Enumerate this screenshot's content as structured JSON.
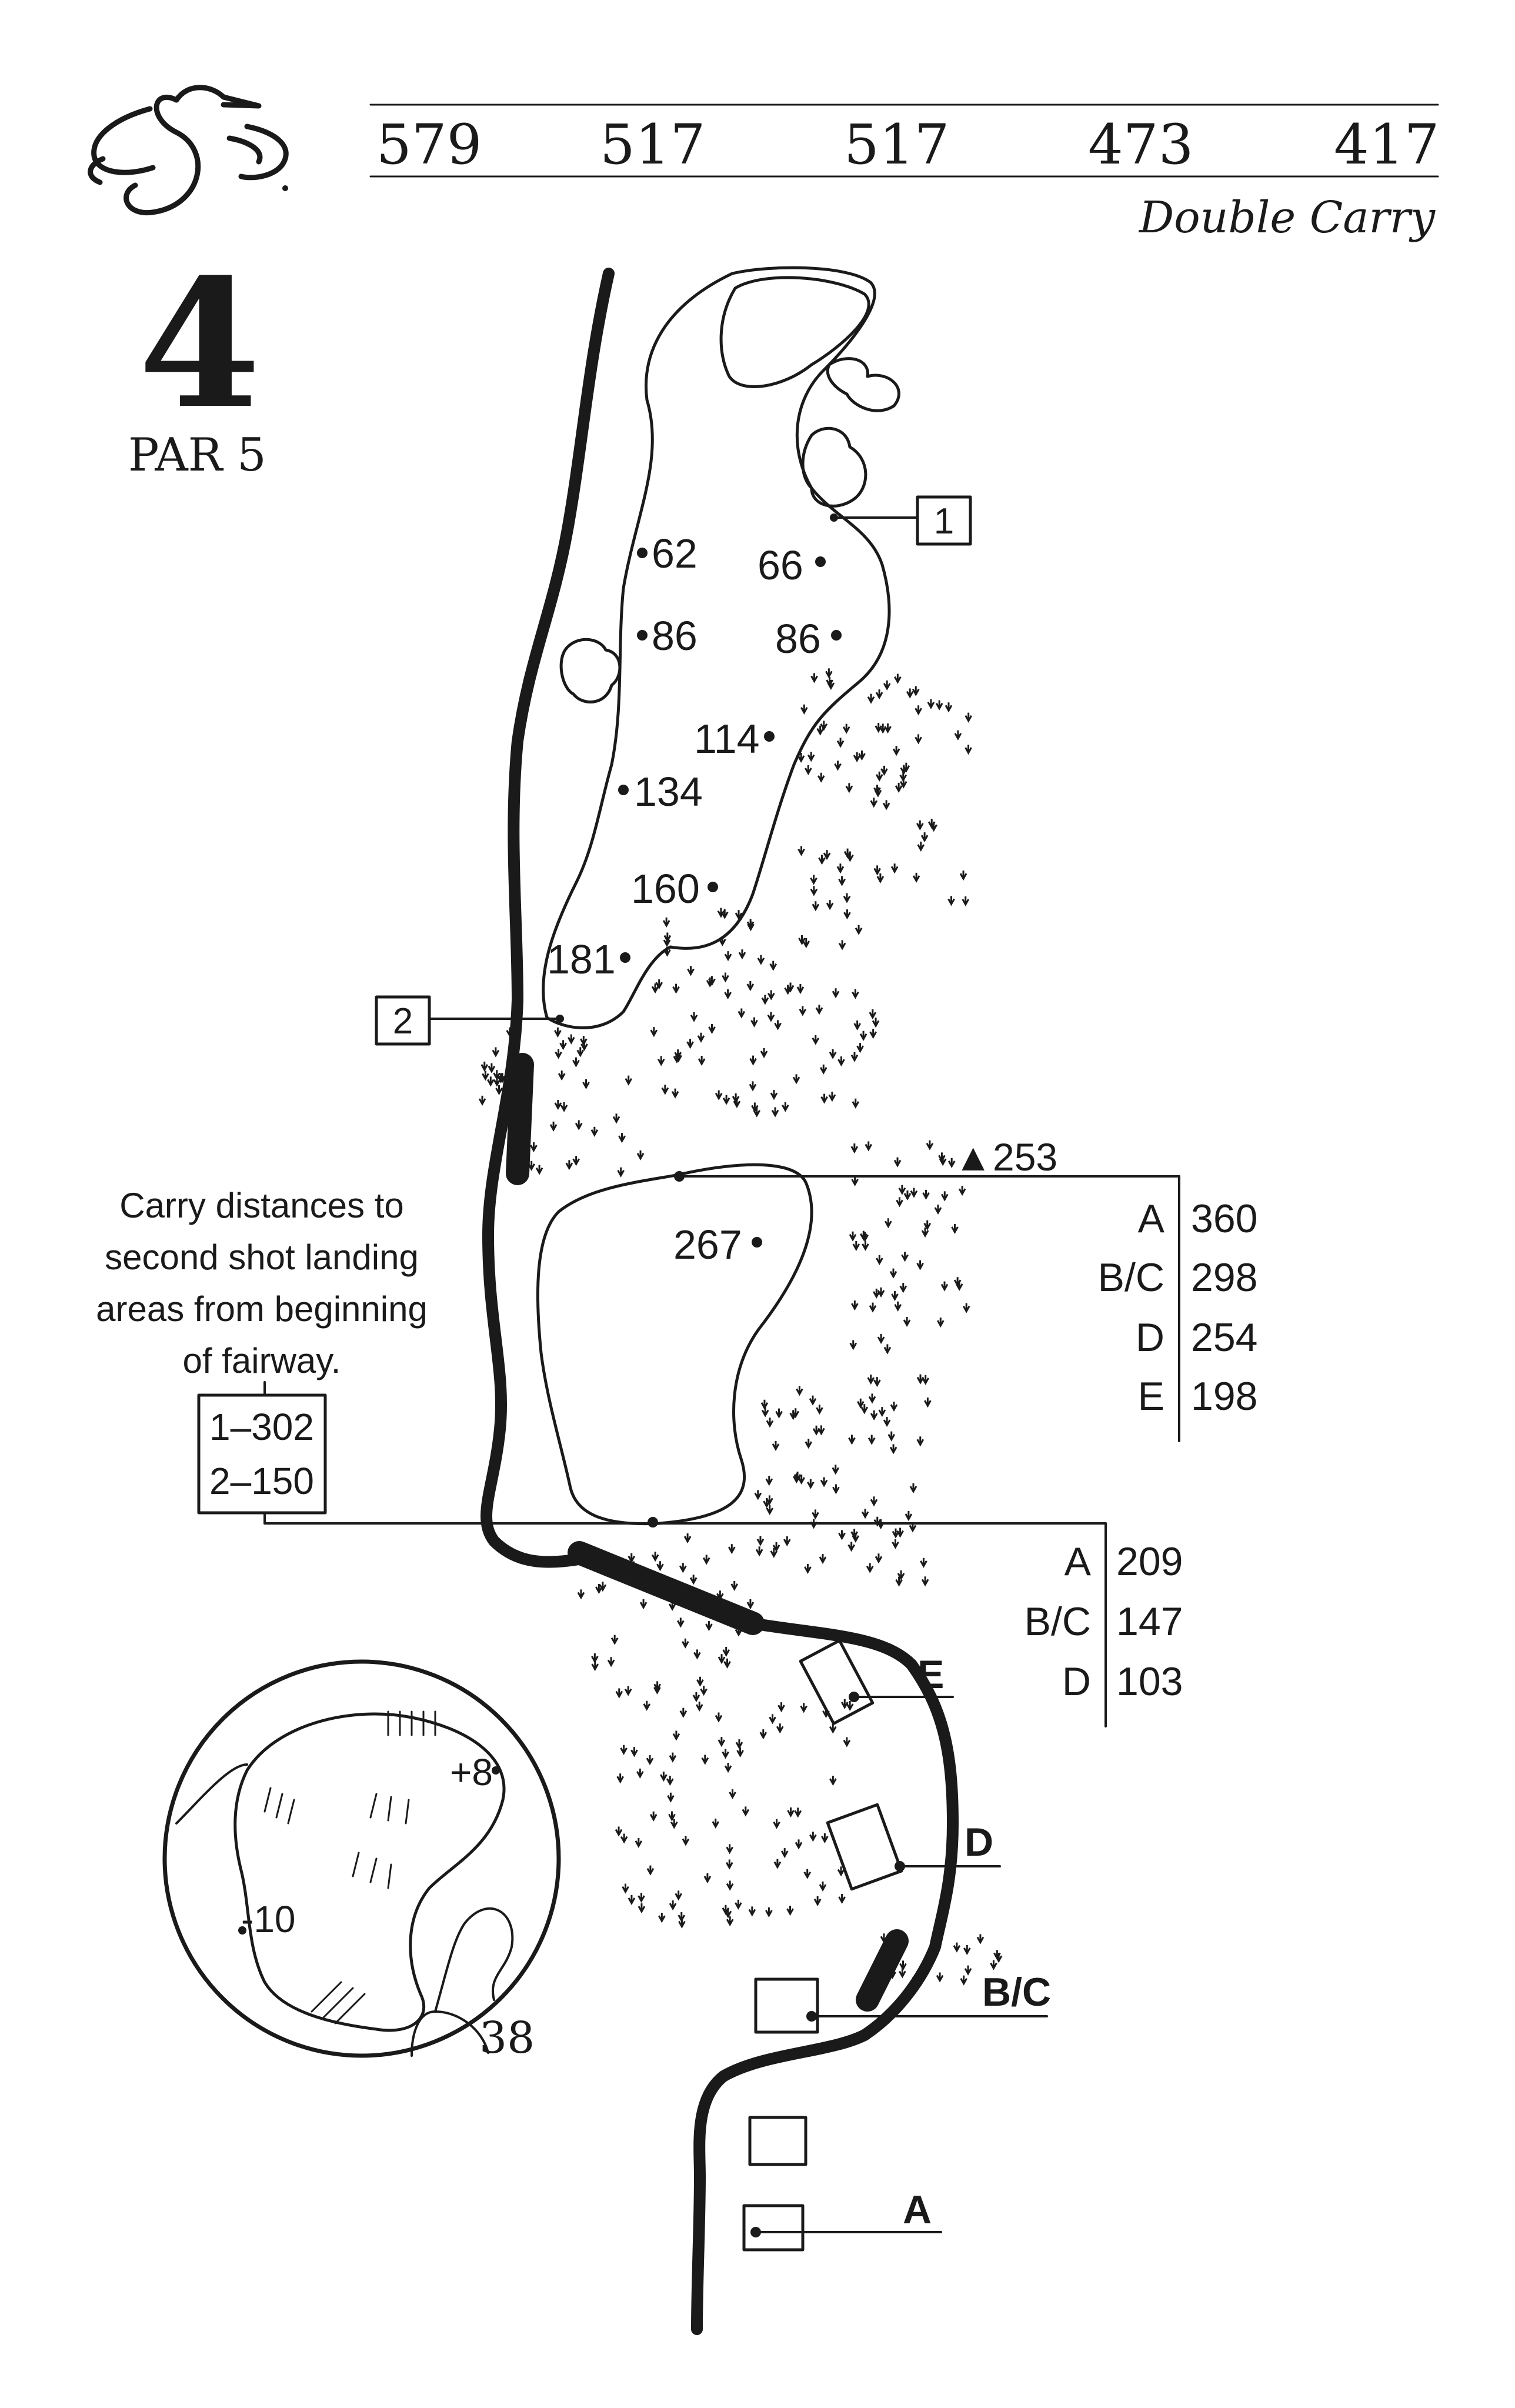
{
  "hole": {
    "number": "4",
    "par": "PAR 5"
  },
  "tees": {
    "yardages": [
      "579",
      "517",
      "517",
      "473",
      "417"
    ],
    "note": "Double Carry"
  },
  "distance_markers": [
    {
      "label": "62"
    },
    {
      "label": "66"
    },
    {
      "label": "86"
    },
    {
      "label": "86"
    },
    {
      "label": "114"
    },
    {
      "label": "134"
    },
    {
      "label": "160"
    },
    {
      "label": "181"
    },
    {
      "label": "267"
    }
  ],
  "landing_boxes": {
    "one": "1",
    "two": "2"
  },
  "hazard_marker": {
    "symbol": "▲",
    "label": "253"
  },
  "carry_table_upper": {
    "tees": [
      "A",
      "B/C",
      "D",
      "E"
    ],
    "values": [
      "360",
      "298",
      "254",
      "198"
    ]
  },
  "carry_table_lower": {
    "tees": [
      "A",
      "B/C",
      "D"
    ],
    "values": [
      "209",
      "147",
      "103"
    ]
  },
  "carry_note": {
    "lines": [
      "Carry distances to",
      "second shot landing",
      "areas from beginning",
      "of fairway."
    ],
    "values": [
      "1–302",
      "2–150"
    ]
  },
  "tee_labels": [
    "E",
    "D",
    "B/C",
    "A"
  ],
  "green": {
    "slopes": [
      "+8",
      "-10"
    ],
    "depth": "38"
  }
}
